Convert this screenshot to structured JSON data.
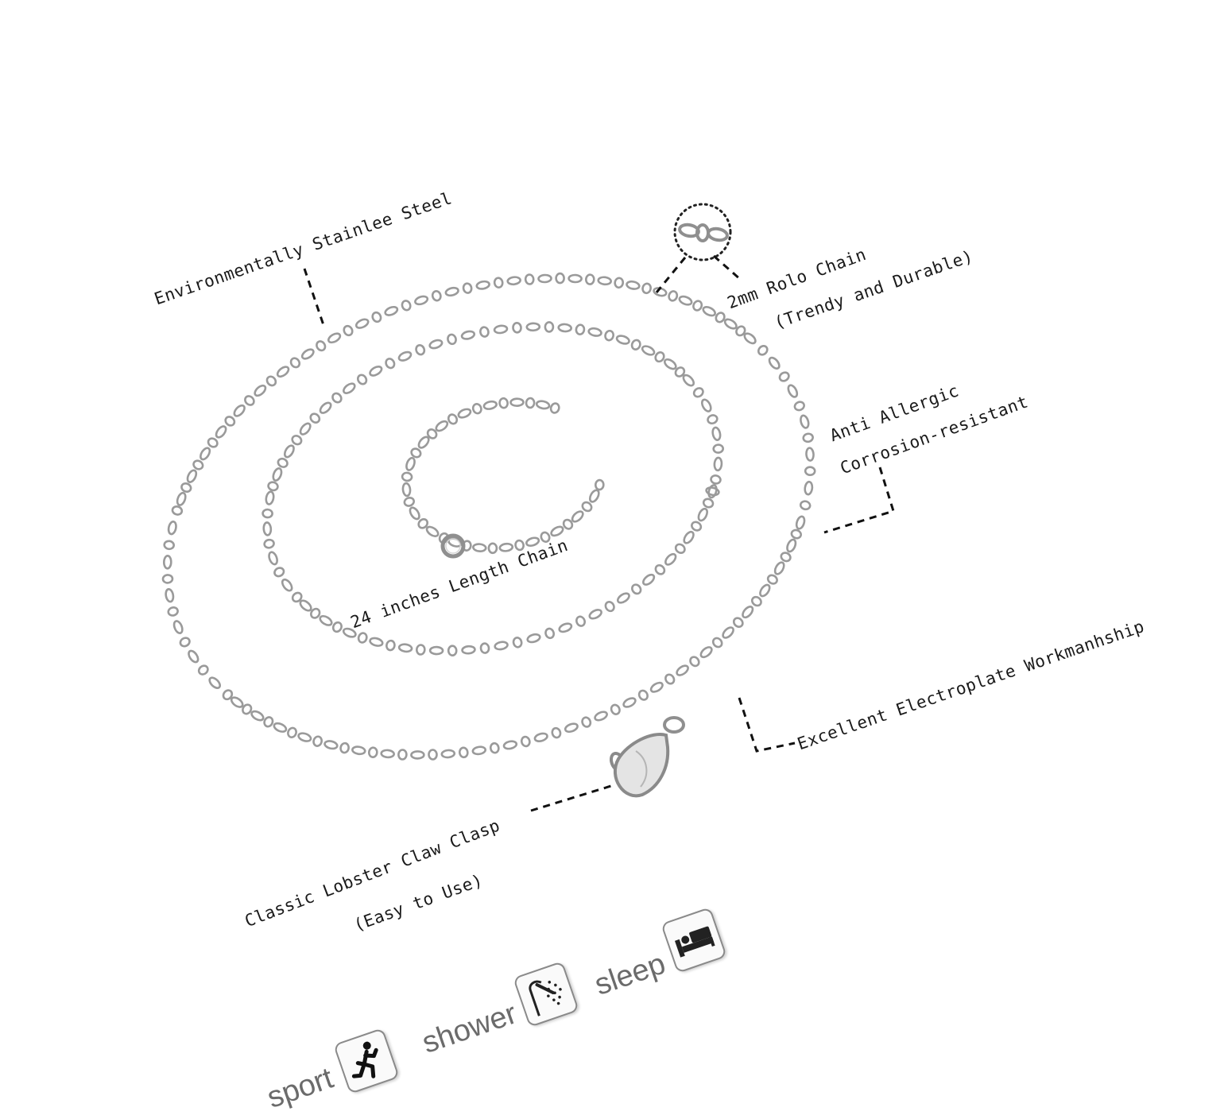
{
  "callouts": {
    "stainless": "Environmentally Stainlee Steel",
    "rolo_line1": "2mm Rolo Chain",
    "rolo_line2": "(Trendy and Durable)",
    "allergic_line1": "Anti Allergic",
    "allergic_line2": "Corrosion-resistant",
    "length": "24 inches Length Chain",
    "electroplate": "Excellent Electroplate Workmanhship",
    "clasp_line1": "Classic Lobster Claw Clasp",
    "clasp_line2": "(Easy to Use)"
  },
  "usage": [
    {
      "label": "sport",
      "icon": "running-person-icon"
    },
    {
      "label": "shower",
      "icon": "shower-head-icon"
    },
    {
      "label": "sleep",
      "icon": "bed-icon"
    }
  ],
  "colors": {
    "chain": "#9a9a9a",
    "text": "#1a1a1a",
    "usage_text": "#6b6b6b"
  }
}
